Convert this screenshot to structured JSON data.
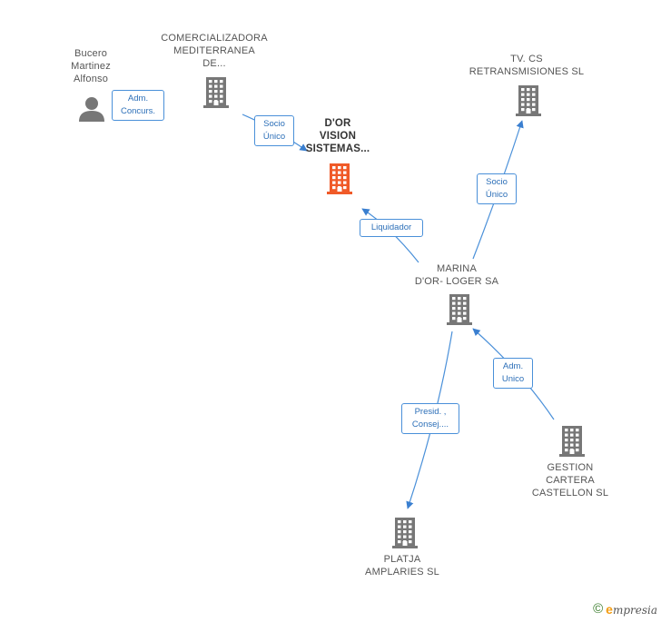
{
  "nodes": [
    {
      "id": "bucero",
      "type": "person",
      "label_lines": [
        "Bucero",
        "Martinez",
        "Alfonso"
      ],
      "color": "#777777"
    },
    {
      "id": "comercializadora",
      "type": "company",
      "label_lines": [
        "COMERCIALIZADORA",
        "MEDITERRANEA",
        "DE..."
      ],
      "color": "#777777"
    },
    {
      "id": "dor_vision",
      "type": "company",
      "label_lines": [
        "D'OR",
        "VISION",
        "SISTEMAS..."
      ],
      "color": "#f05a28",
      "focus": true
    },
    {
      "id": "tv_cs",
      "type": "company",
      "label_lines": [
        "TV. CS",
        "RETRANSMISIONES SL"
      ],
      "color": "#777777"
    },
    {
      "id": "marina",
      "type": "company",
      "label_lines": [
        "MARINA",
        "D'OR- LOGER SA"
      ],
      "color": "#777777"
    },
    {
      "id": "gestion",
      "type": "company",
      "label_lines": [
        "GESTION",
        "CARTERA",
        "CASTELLON SL"
      ],
      "color": "#777777"
    },
    {
      "id": "platja",
      "type": "company",
      "label_lines": [
        "PLATJA",
        "AMPLARIES SL"
      ],
      "color": "#777777"
    }
  ],
  "edges": [
    {
      "id": "e1",
      "from": "bucero",
      "to": "comercializadora",
      "label_lines": [
        "Adm.",
        "Concurs."
      ]
    },
    {
      "id": "e2",
      "from": "comercializadora",
      "to": "dor_vision",
      "label_lines": [
        "Socio",
        "Único"
      ]
    },
    {
      "id": "e3",
      "from": "marina",
      "to": "dor_vision",
      "label_lines": [
        "Liquidador"
      ]
    },
    {
      "id": "e4",
      "from": "marina",
      "to": "tv_cs",
      "label_lines": [
        "Socio",
        "Único"
      ]
    },
    {
      "id": "e5",
      "from": "gestion",
      "to": "marina",
      "label_lines": [
        "Adm.",
        "Unico"
      ]
    },
    {
      "id": "e6",
      "from": "marina",
      "to": "platja",
      "label_lines": [
        "Presid. ,",
        "Consej...."
      ]
    }
  ],
  "footer": {
    "copyright": "©",
    "brand_initial": "e",
    "brand_rest": "mpresia"
  },
  "colors": {
    "edge": "#4a90d9",
    "node": "#777777",
    "focus": "#f05a28"
  }
}
